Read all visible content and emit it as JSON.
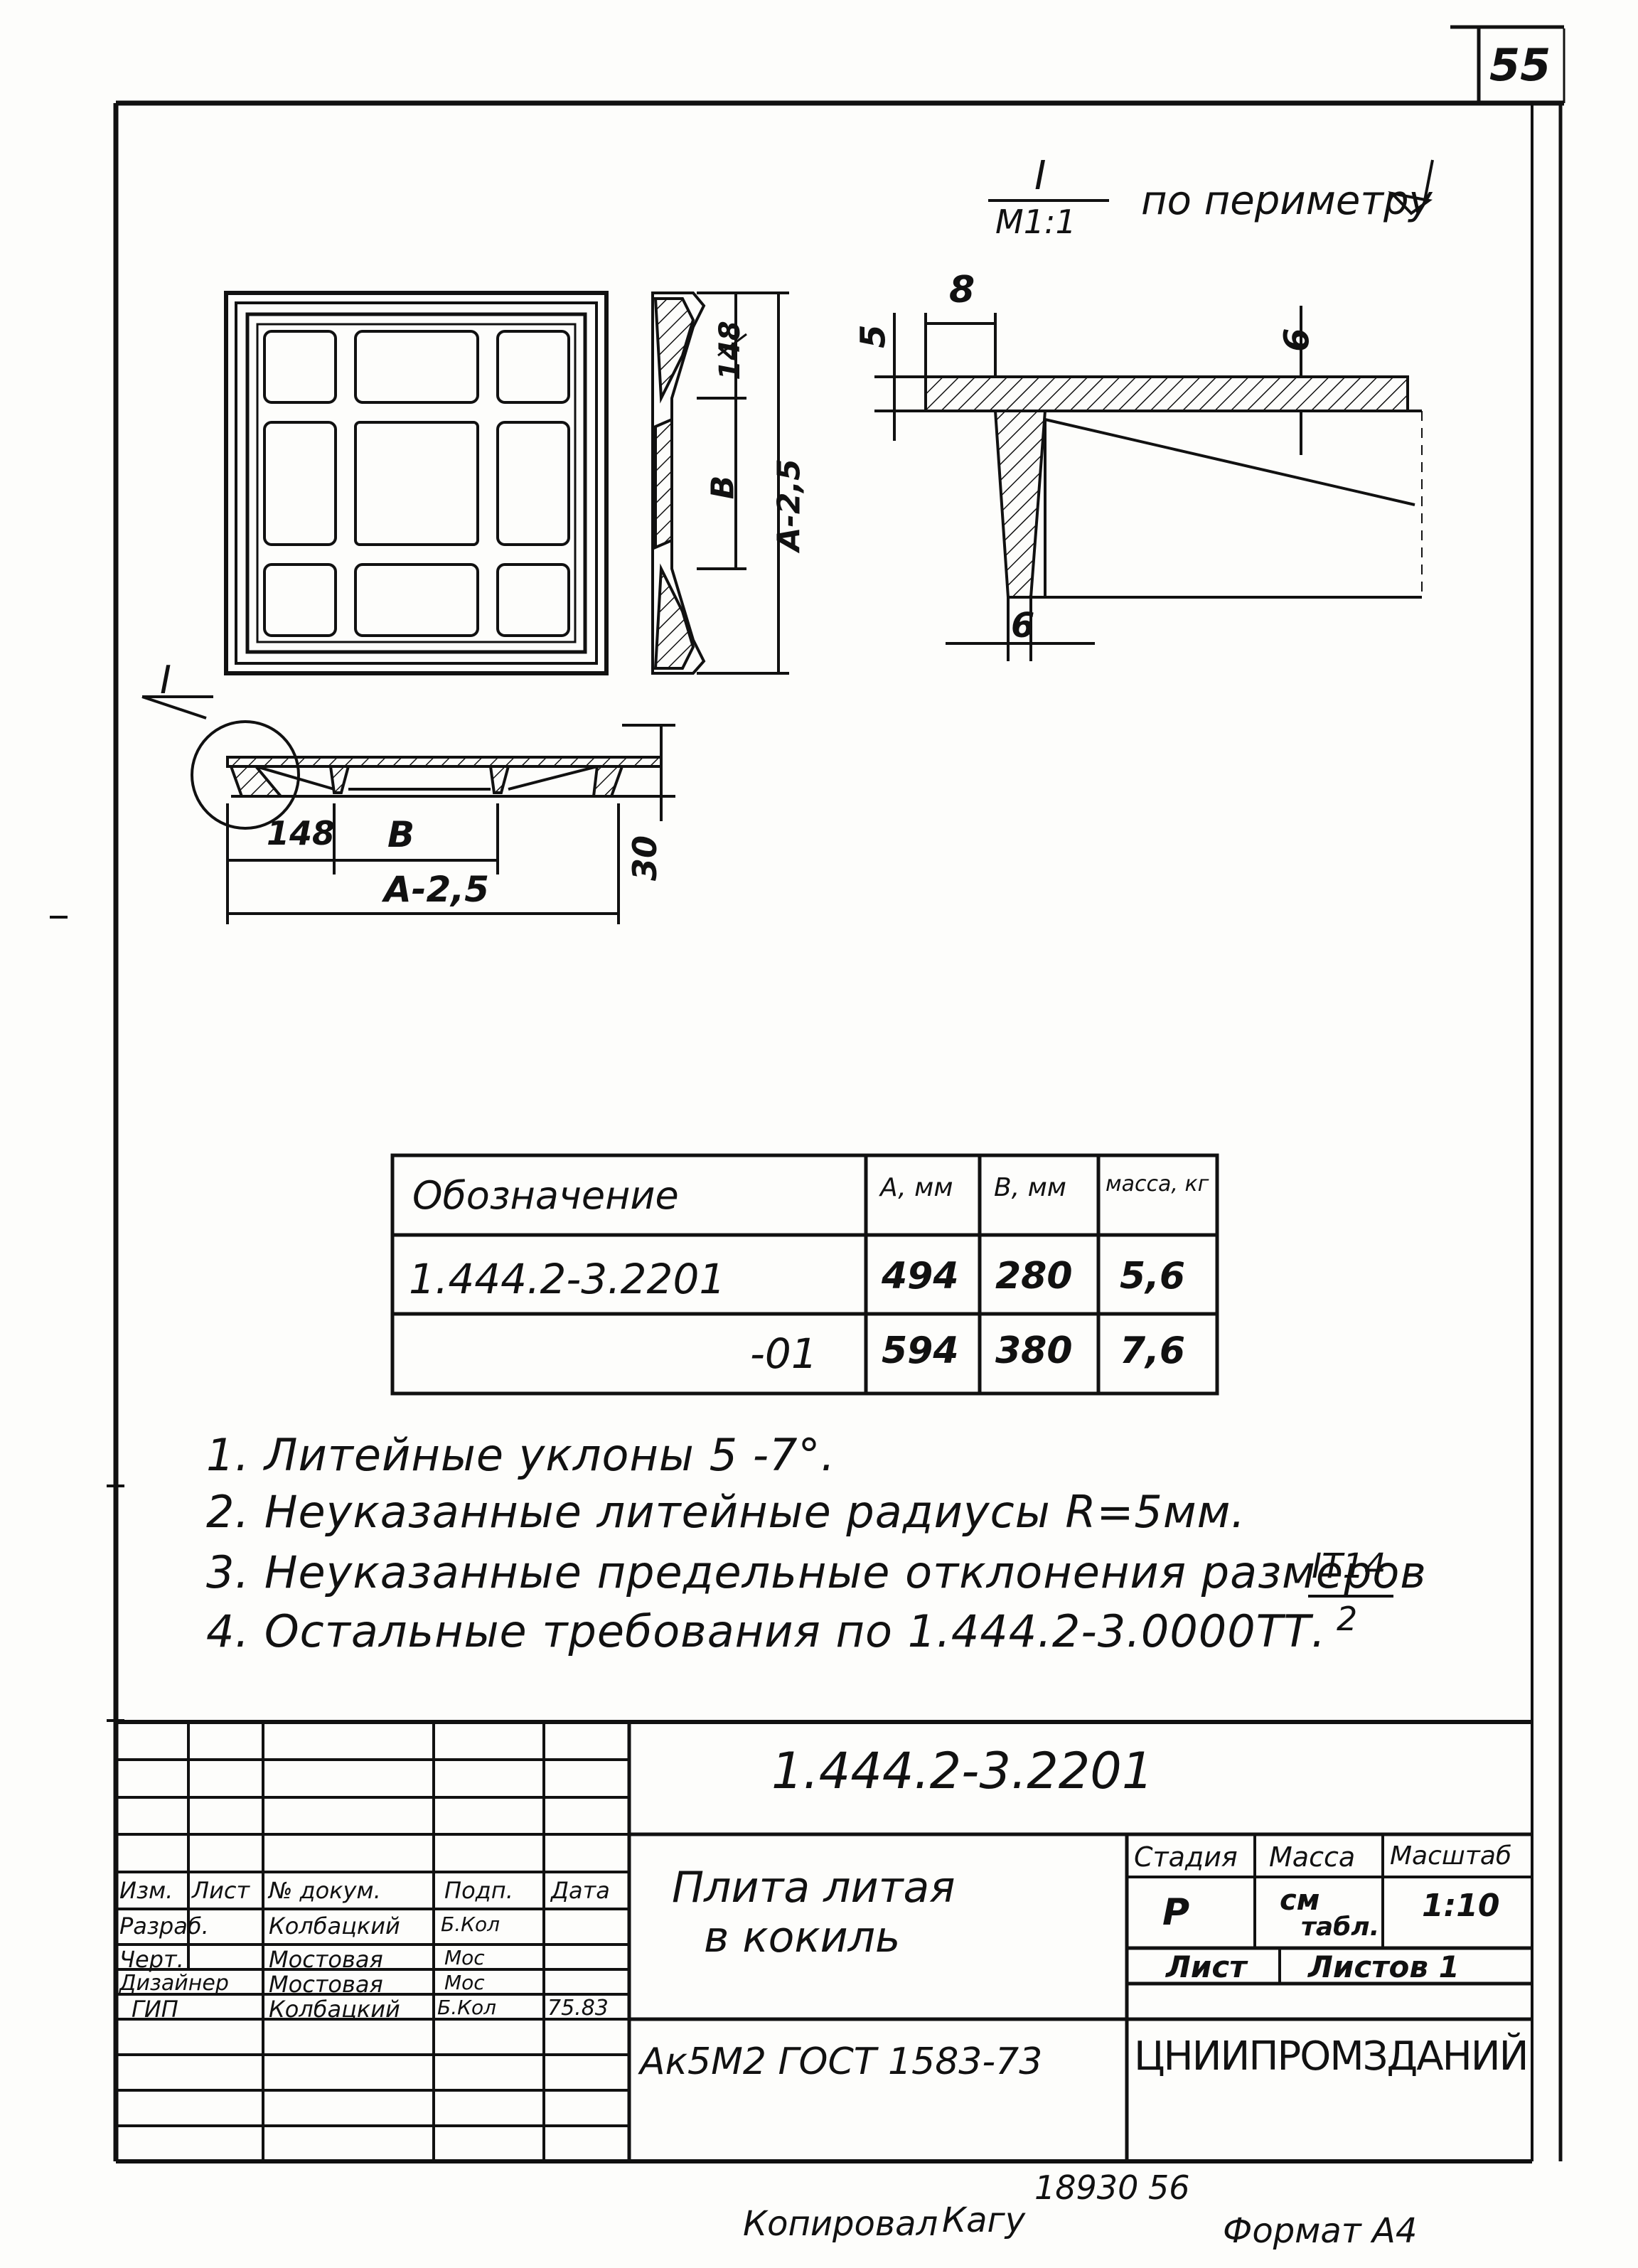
{
  "sheet_number": "55",
  "detail": {
    "label": "I",
    "scale": "M1:1",
    "perimeter_note": "по периметру"
  },
  "dimensions": {
    "top_8": "8",
    "left_5": "5",
    "right_6": "6",
    "bottom_6": "6",
    "side_148": "148",
    "side_B": "B",
    "side_A": "A-2,5",
    "bottom_148": "148",
    "bottom_B": "B",
    "bottom_A": "A-2,5",
    "height_30": "30",
    "callout_I": "I"
  },
  "spec_table": {
    "headers": [
      "Обозначение",
      "A, мм",
      "B, мм",
      "масса, кг"
    ],
    "rows": [
      [
        "1.444.2-3.2201",
        "494",
        "280",
        "5,6"
      ],
      [
        "-01",
        "594",
        "380",
        "7,6"
      ]
    ]
  },
  "notes": [
    "1. Литейные уклоны 5 -7°.",
    "2. Неуказанные литейные радиусы R=5мм.",
    "3. Неуказанные предельные отклонения размеров",
    "4. Остальные требования по 1.444.2-3.0000ТТ."
  ],
  "note3_fraction": {
    "num": "IT14",
    "den": "2"
  },
  "title_block": {
    "document_code": "1.444.2-3.2201",
    "name_line1": "Плита литая",
    "name_line2": "в кокиль",
    "material": "Ак5М2 ГОСТ 1583-73",
    "organization": "ЦНИИПРОМЗДАНИЙ",
    "stage_header": "Стадия",
    "mass_header": "Масса",
    "scale_header": "Масштаб",
    "stage": "Р",
    "mass_line1": "см",
    "mass_line2": "табл.",
    "scale": "1:10",
    "sheet_label": "Лист",
    "sheets_label": "Листов 1",
    "col_headers": [
      "Изм.",
      "Лист",
      "№ докум.",
      "Подп.",
      "Дата"
    ],
    "roles": [
      {
        "role": "Разраб.",
        "name": "Колбацкий",
        "sign": "Б.Кол",
        "date": ""
      },
      {
        "role": "Черт.",
        "name": "Мостовая",
        "sign": "Мос",
        "date": ""
      },
      {
        "role": "Дизайнер",
        "name": "Мостовая",
        "sign": "Мос",
        "date": ""
      },
      {
        "role": "ГИП",
        "name": "Колбацкий",
        "sign": "Б.Кол",
        "date": "75.83"
      }
    ]
  },
  "footer": {
    "copied": "Копировал",
    "copier_sign": "Кагу",
    "number": "18930",
    "page": "56",
    "format": "Формат А4"
  }
}
